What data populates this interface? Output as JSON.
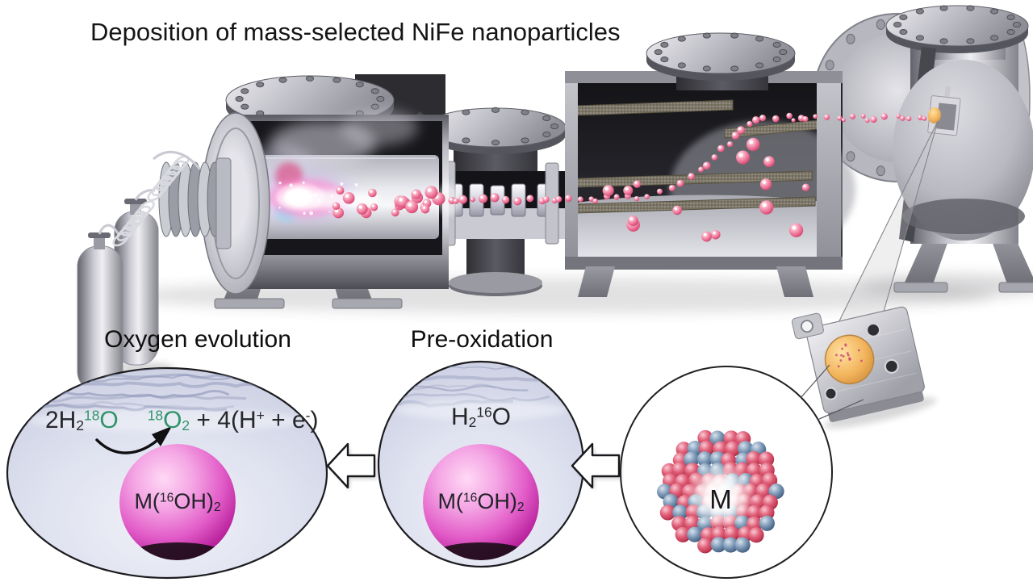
{
  "title": "Deposition of mass-selected NiFe nanoparticles",
  "colors": {
    "accent_green": "#2f9469",
    "text_dark": "#26262b",
    "sphere_magenta": "#d73bb8",
    "particle_pink": "#ee7398",
    "atom_red": "#d64f6e",
    "atom_blue": "#6b88a8",
    "panel_lavender": "#dfe2ef",
    "sample_gold": "#eeb25c"
  },
  "panels": {
    "oxygen_evolution": {
      "title": "Oxygen evolution",
      "equation": {
        "reactant_coeff": "2H",
        "reactant_sub": "2",
        "reactant_isotope": "18",
        "reactant_o": "O",
        "product_isotope": "18",
        "product_o": "O",
        "product_sub": "2",
        "rest_a": " + 4(H",
        "proton_sup": "+",
        "rest_b": " + e",
        "electron_sup": "-",
        "rest_c": ")"
      },
      "sphere_label": {
        "pre": "M(",
        "isotope": "16",
        "post": "OH)",
        "sub": "2"
      }
    },
    "pre_oxidation": {
      "title": "Pre-oxidation",
      "water": {
        "h": "H",
        "sub": "2",
        "isotope": "16",
        "o": "O"
      },
      "sphere_label": {
        "pre": "M(",
        "isotope": "16",
        "post": "OH)",
        "sub": "2"
      }
    },
    "nanoparticle": {
      "label": "M"
    }
  }
}
